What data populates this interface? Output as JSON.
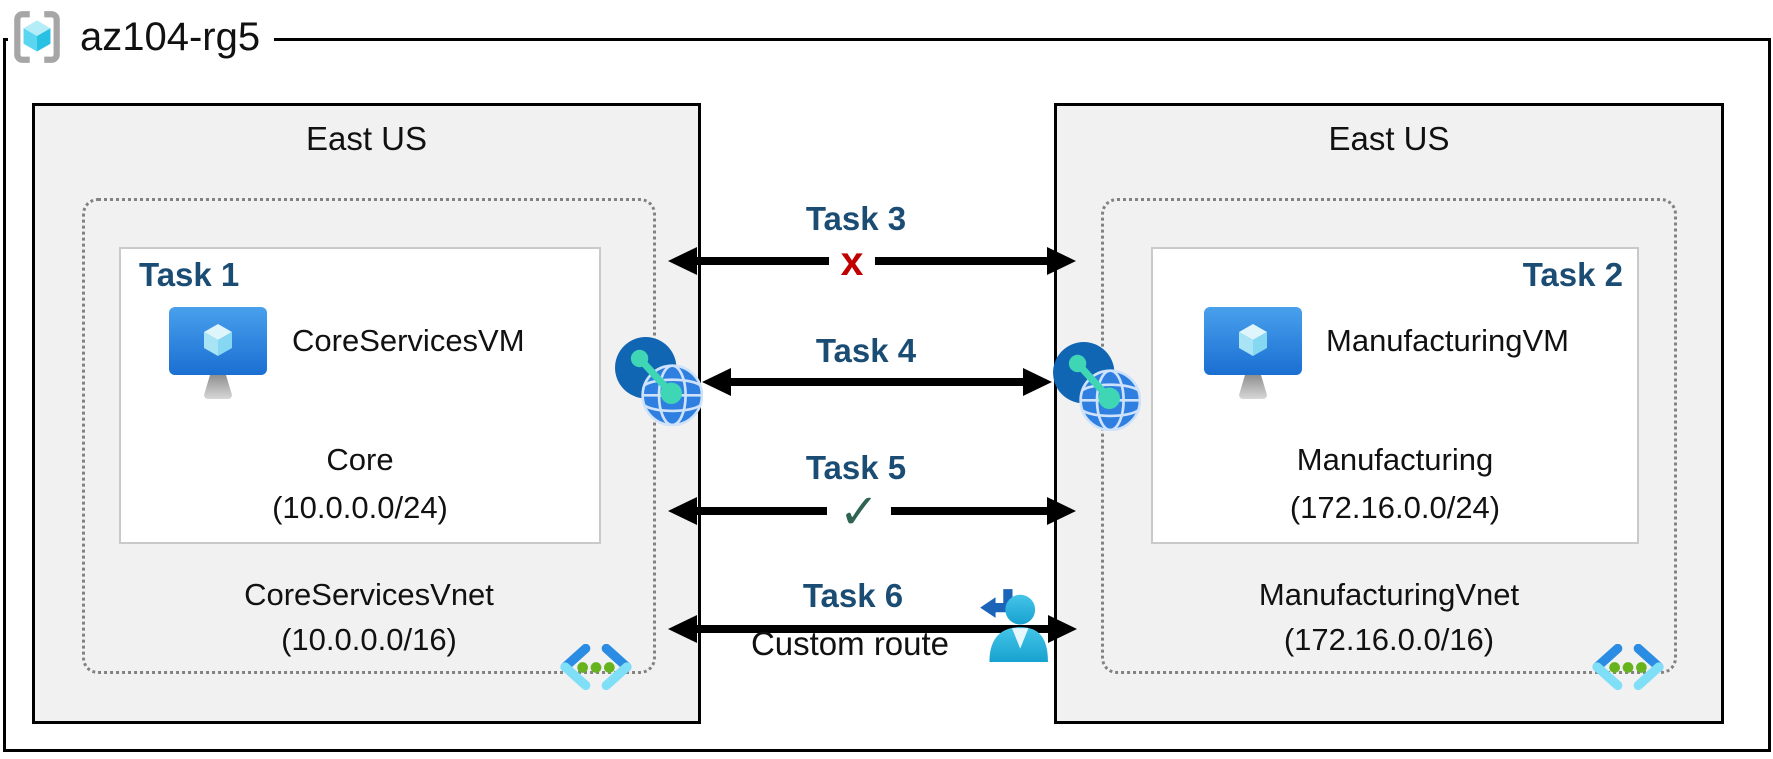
{
  "resource_group": {
    "label": "az104-rg5",
    "icon": "resource-group-icon"
  },
  "regions": [
    {
      "location": "East US",
      "vnet": {
        "name": "CoreServicesVnet",
        "cidr": "(10.0.0.0/16)",
        "icon": "virtual-network-icon"
      },
      "subnet": {
        "task_label": "Task 1",
        "vm_icon": "virtual-machine-icon",
        "vm_name": "CoreServicesVM",
        "name": "Core",
        "cidr": "(10.0.0.0/24)"
      },
      "nic_icon": "network-interface-icon"
    },
    {
      "location": "East US",
      "vnet": {
        "name": "ManufacturingVnet",
        "cidr": "(172.16.0.0/16)",
        "icon": "virtual-network-icon"
      },
      "subnet": {
        "task_label": "Task 2",
        "vm_icon": "virtual-machine-icon",
        "vm_name": "ManufacturingVM",
        "name": "Manufacturing",
        "cidr": "(172.16.0.0/24)"
      },
      "nic_icon": "network-interface-icon"
    }
  ],
  "connections": [
    {
      "label": "Task 3",
      "marker": "x"
    },
    {
      "label": "Task 4"
    },
    {
      "label": "Task 5",
      "marker": "✓"
    },
    {
      "label": "Task 6",
      "sublabel": "Custom route",
      "icon": "user-route-icon"
    }
  ],
  "colors": {
    "task_label": "#1b4d74",
    "blocked_x": "#c00000",
    "allowed_check": "#2f6352",
    "region_fill": "#f1f1f1",
    "dotted_border": "#828282",
    "arrow": "#000000"
  }
}
